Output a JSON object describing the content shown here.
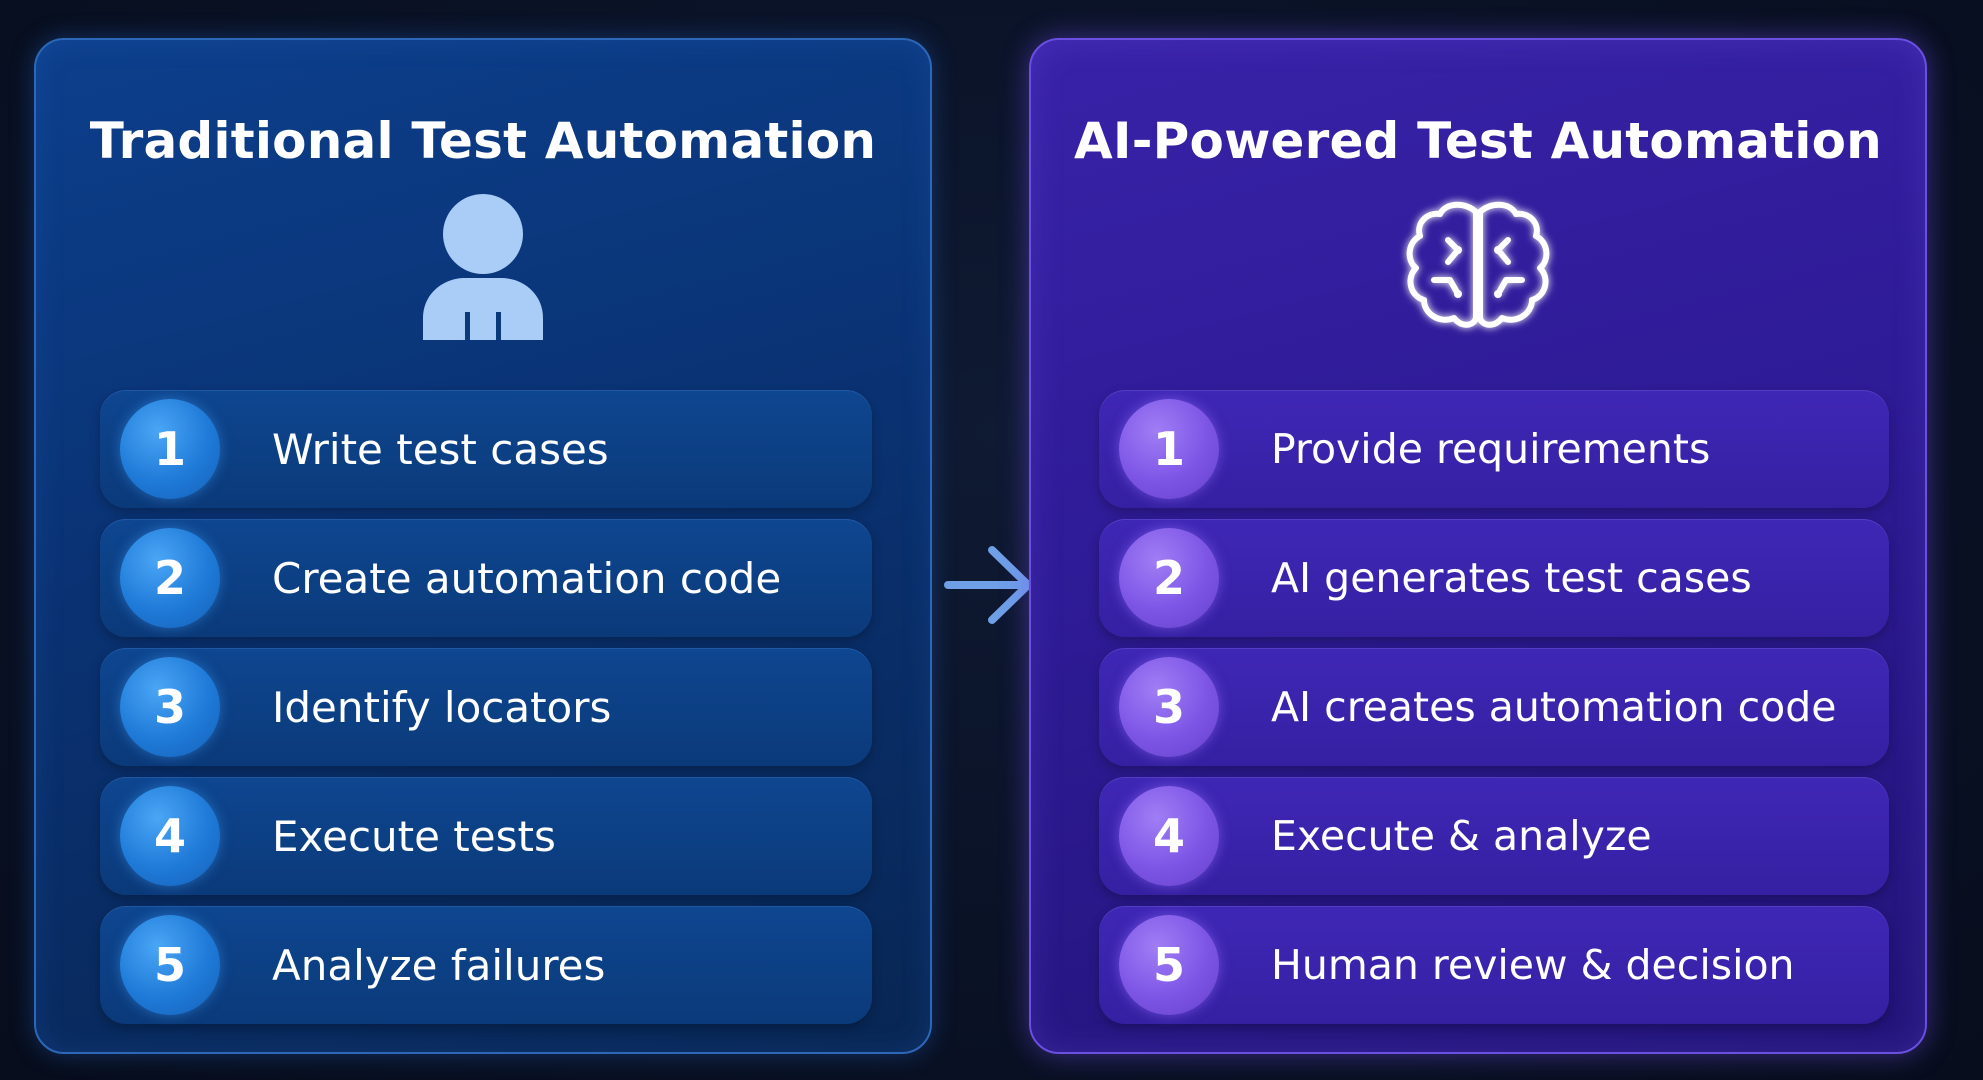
{
  "left_panel": {
    "title": "Traditional Test Automation",
    "icon": "person-icon",
    "steps": [
      {
        "num": "1",
        "label": "Write test cases"
      },
      {
        "num": "2",
        "label": "Create automation code"
      },
      {
        "num": "3",
        "label": "Identify locators"
      },
      {
        "num": "4",
        "label": "Execute tests"
      },
      {
        "num": "5",
        "label": "Analyze failures"
      }
    ]
  },
  "right_panel": {
    "title": "AI-Powered Test Automation",
    "icon": "brain-icon",
    "steps": [
      {
        "num": "1",
        "label": "Provide requirements"
      },
      {
        "num": "2",
        "label": "AI generates test cases"
      },
      {
        "num": "3",
        "label": "AI creates automation code"
      },
      {
        "num": "4",
        "label": "Execute & analyze"
      },
      {
        "num": "5",
        "label": "Human review & decision"
      }
    ]
  },
  "connector": {
    "icon": "arrow-right-icon"
  },
  "colors": {
    "background": "#0a1226",
    "left_accent": "#1f7ad8",
    "right_accent": "#7d55e6",
    "text": "#ffffff"
  }
}
